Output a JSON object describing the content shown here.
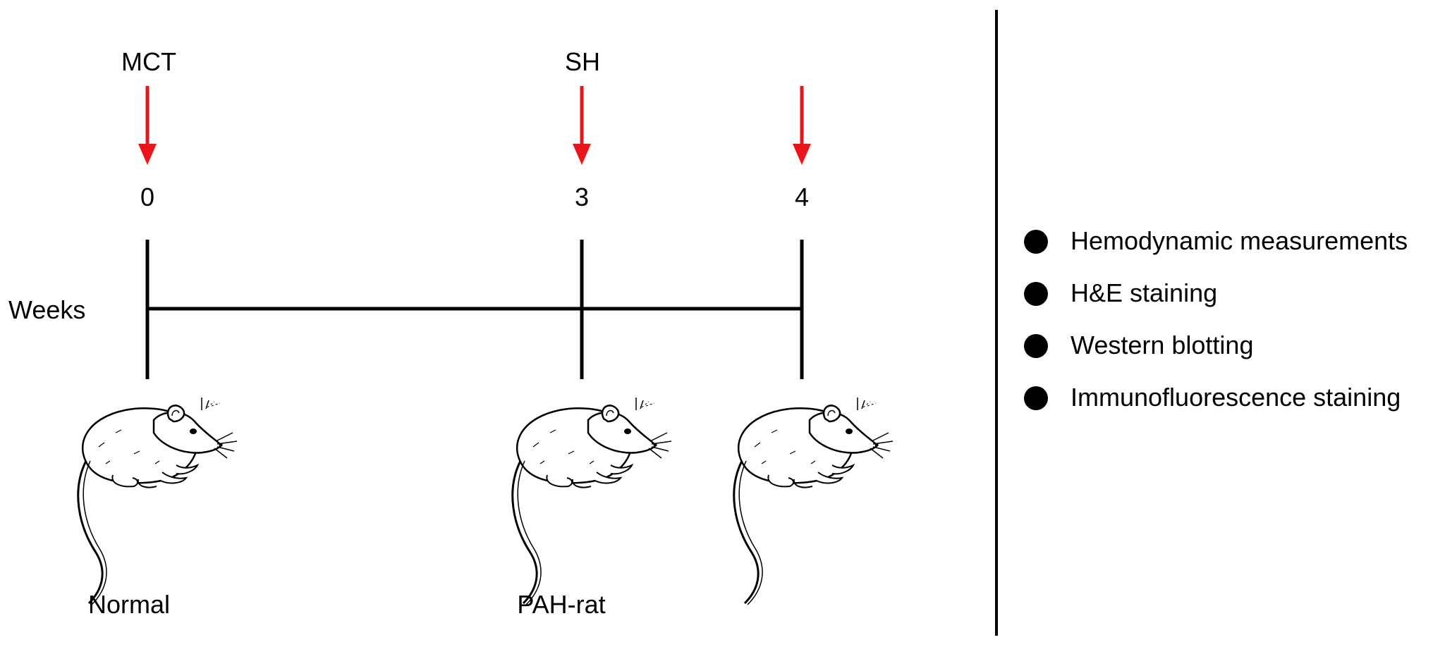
{
  "axis_label": "Weeks",
  "timepoints": [
    {
      "week": "0",
      "treatment": "MCT",
      "group": "Normal"
    },
    {
      "week": "3",
      "treatment": "SH",
      "group": "PAH-rat"
    },
    {
      "week": "4",
      "treatment": "",
      "group": ""
    }
  ],
  "measurements": [
    "Hemodynamic measurements",
    "H&E staining",
    "Western blotting",
    "Immunofluorescence staining"
  ],
  "colors": {
    "arrow": "#e8161b",
    "line": "#000000",
    "bullet": "#000000"
  },
  "icons": {
    "animal": "rat-icon",
    "bullet": "bullet-icon"
  }
}
